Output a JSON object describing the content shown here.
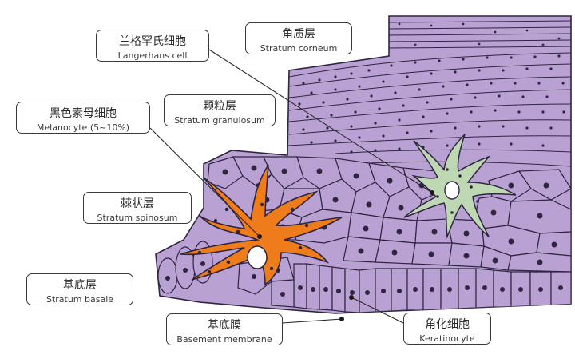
{
  "labels": {
    "langerhans": {
      "zh": "兰格罕氏细胞",
      "en": "Langerhans cell"
    },
    "corneum": {
      "zh": "角质层",
      "en": "Stratum corneum"
    },
    "melanocyte": {
      "zh": "黑色素母细胞",
      "en": "Melanocyte (5~10%)"
    },
    "granulosum": {
      "zh": "颗粒层",
      "en": "Stratum granulosum"
    },
    "spinosum": {
      "zh": "棘状层",
      "en": "Stratum spinosum"
    },
    "basale": {
      "zh": "基底层",
      "en": "Stratum basale"
    },
    "basement": {
      "zh": "基底膜",
      "en": "Basement membrane"
    },
    "keratinocyte": {
      "zh": "角化细胞",
      "en": "Keratinocyte"
    }
  },
  "colors": {
    "tissue": "#b9a2d3",
    "tissue_dark": "#9a80bc",
    "cell_outline": "#2f2540",
    "melanocyte": "#ee7c1a",
    "langerhans": "#bdd8b3",
    "nucleus": "#ffffff"
  }
}
